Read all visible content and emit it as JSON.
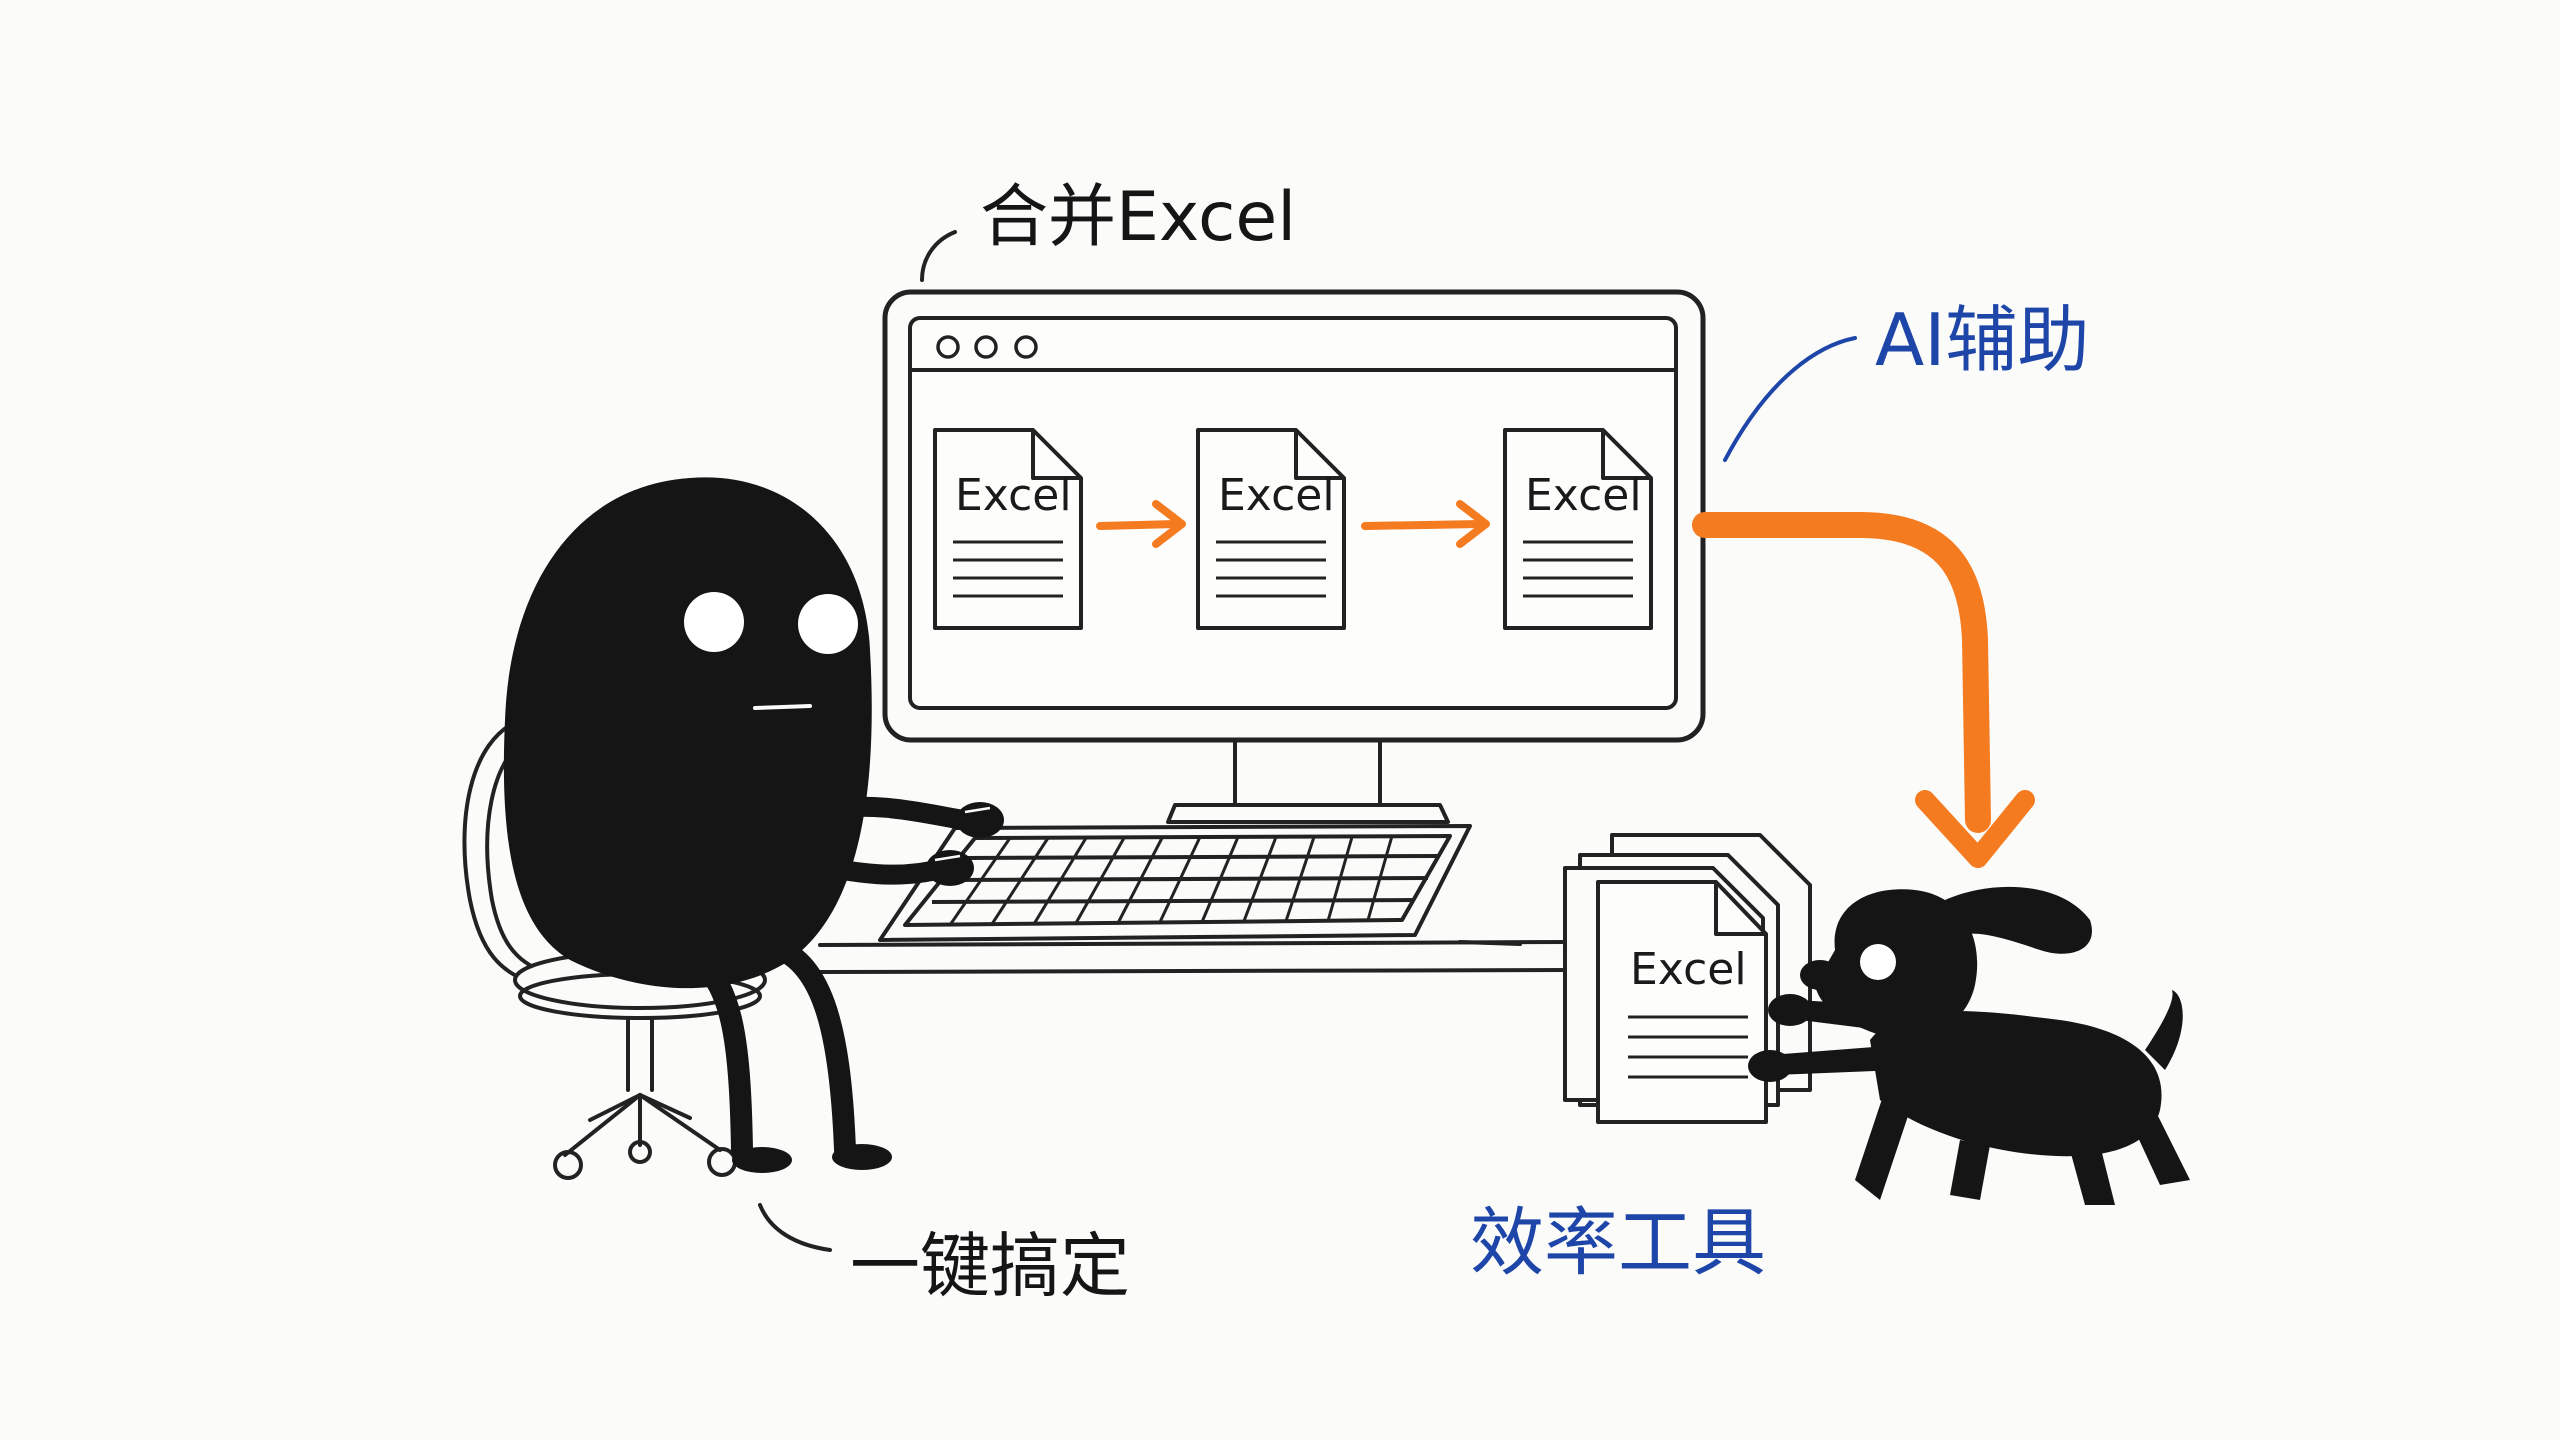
{
  "labels": {
    "merge_excel": "合并Excel",
    "ai_assist": "AI辅助",
    "one_click": "一键搞定",
    "efficiency_tool": "效率工具"
  },
  "window": {
    "title_dots": 3
  },
  "documents": {
    "screen_docs": [
      "Excel",
      "Excel",
      "Excel"
    ],
    "output_doc": "Excel"
  },
  "colors": {
    "ink": "#151515",
    "blue_text": "#1e45a8",
    "arrow_orange": "#f47b20",
    "background": "#fbfbfa"
  }
}
